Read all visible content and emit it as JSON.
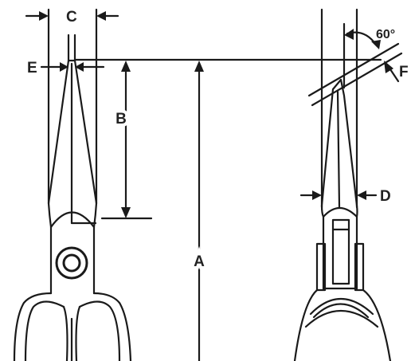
{
  "labels": {
    "a": "A",
    "b": "B",
    "c": "C",
    "d": "D",
    "e": "E",
    "f": "F",
    "angle": "60°"
  },
  "colors": {
    "line": "#1a1a1a",
    "background": "#ffffff"
  }
}
